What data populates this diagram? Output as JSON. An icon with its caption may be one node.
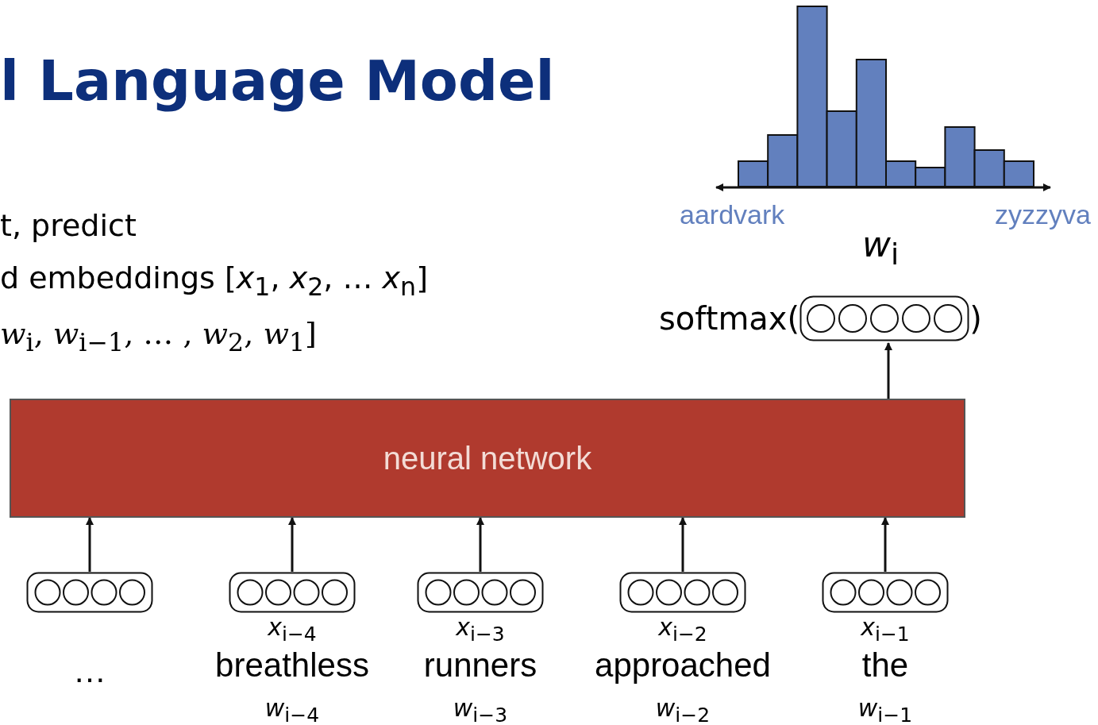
{
  "diagram": {
    "title": "l Language Model",
    "nodes": [
      {
        "text": [
          "neural network"
        ]
      },
      {
        "text": [
          "softmax(",
          ")"
        ]
      },
      {
        "text": [],
        "shape": "box",
        "beside": [
          "…"
        ]
      },
      {
        "text": [],
        "shape": "box",
        "beside": [
          "*x*$_{i−4}$",
          "breathless",
          "*w*$_{i−4}$"
        ]
      },
      {
        "text": [],
        "shape": "box",
        "beside": [
          "*x*$_{i−3}$",
          "runners",
          "*w*$_{i−3}$"
        ]
      },
      {
        "text": [],
        "shape": "box",
        "beside": [
          "*x*$_{i−2}$",
          "approached",
          "*w*$_{i−2}$"
        ]
      },
      {
        "text": [],
        "shape": "box",
        "beside": [
          "*x*$_{i−1}$",
          "the",
          "*w*$_{i−1}$"
        ]
      }
    ],
    "edges": [
      {
        "from": 2,
        "to": 0,
        "arrow": "to"
      },
      {
        "from": 3,
        "to": 0,
        "arrow": "to"
      },
      {
        "from": 4,
        "to": 0,
        "arrow": "to"
      },
      {
        "from": 5,
        "to": 0,
        "arrow": "to"
      },
      {
        "from": 6,
        "to": 0,
        "arrow": "to"
      },
      {
        "from": 0,
        "to": 1,
        "arrow": "to"
      }
    ],
    "labels": [
      "t, predict",
      "d embeddings [*x*$_{1}$, *x*$_{2}$, … *x*$_{n}$]",
      "*w*$_{i}$, *w*$_{i−1}$, … , *w*$_{2}$, *w*$_{1}$]",
      "aardvark",
      "zyzzyva",
      "*w*$_{i}$"
    ]
  }
}
